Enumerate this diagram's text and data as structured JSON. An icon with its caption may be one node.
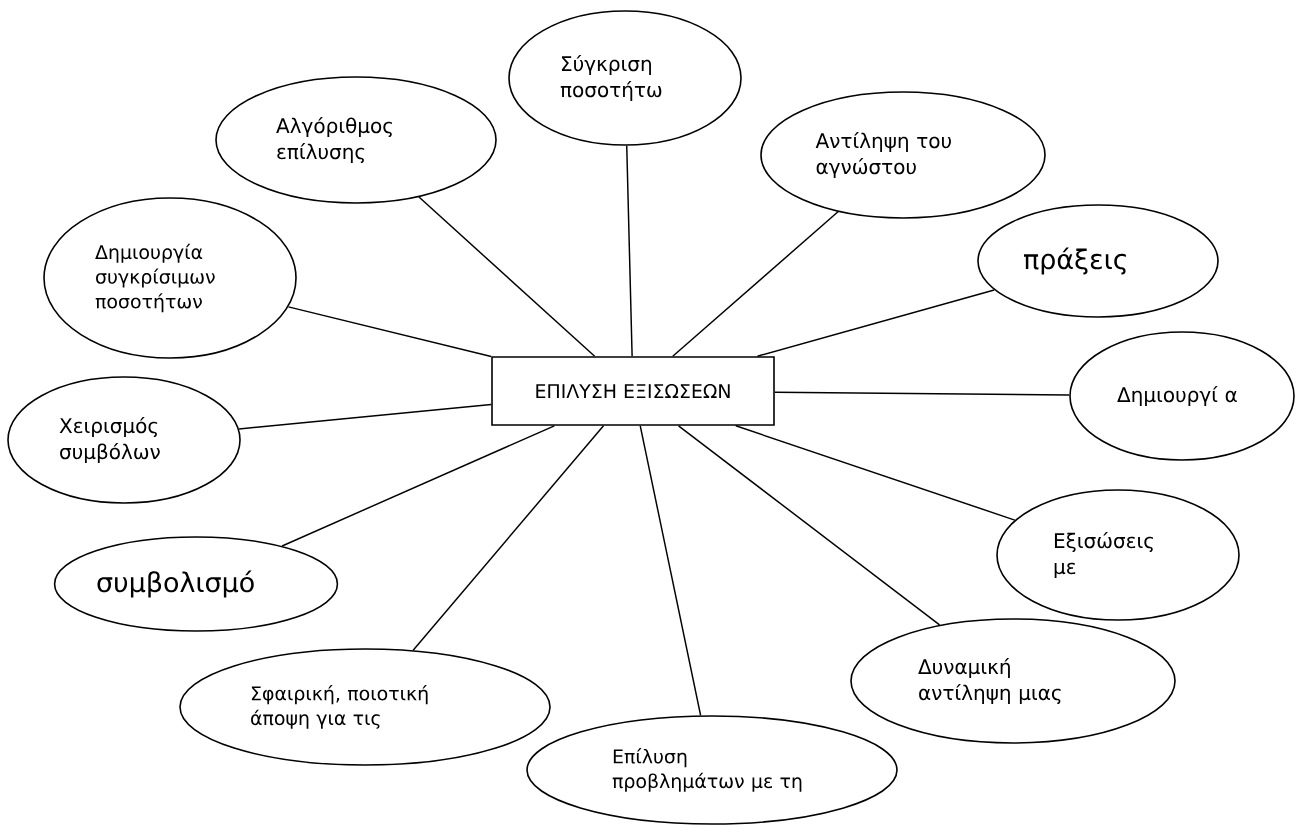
{
  "diagram": {
    "nodes": [
      {
        "text": [
          "ΕΠΙΛΥΣΗ ΕΞΙΣΩΣΕΩΝ"
        ]
      },
      {
        "text": [
          "Σύγκριση ποσοτήτω"
        ]
      },
      {
        "text": [
          "Αλγόριθμος επίλυσης"
        ]
      },
      {
        "text": [
          "Αντίληψη του αγνώστου"
        ]
      },
      {
        "text": [
          "Δημιουργία συγκρίσιμων ποσοτήτων"
        ]
      },
      {
        "text": [
          "πράξεις"
        ]
      },
      {
        "text": [
          "Δημιουργί α"
        ]
      },
      {
        "text": [
          "Χειρισμός συμβόλων"
        ]
      },
      {
        "text": [
          "Εξισώσεις με"
        ]
      },
      {
        "text": [
          "συμβολισμό"
        ]
      },
      {
        "text": [
          "Σφαιρική, ποιοτική άποψη για τις"
        ]
      },
      {
        "text": [
          "Δυναμική αντίληψη μιας"
        ]
      },
      {
        "text": [
          "Επίλυση προβλημάτων με τη"
        ]
      }
    ],
    "edges": [
      {
        "from": 0,
        "to": 1,
        "arrow": "none"
      },
      {
        "from": 0,
        "to": 2,
        "arrow": "none"
      },
      {
        "from": 0,
        "to": 3,
        "arrow": "none"
      },
      {
        "from": 0,
        "to": 4,
        "arrow": "none"
      },
      {
        "from": 0,
        "to": 5,
        "arrow": "none"
      },
      {
        "from": 0,
        "to": 6,
        "arrow": "none"
      },
      {
        "from": 0,
        "to": 7,
        "arrow": "none"
      },
      {
        "from": 0,
        "to": 8,
        "arrow": "none"
      },
      {
        "from": 0,
        "to": 9,
        "arrow": "none"
      },
      {
        "from": 0,
        "to": 10,
        "arrow": "none"
      },
      {
        "from": 0,
        "to": 11,
        "arrow": "none"
      },
      {
        "from": 0,
        "to": 12,
        "arrow": "none"
      }
    ]
  }
}
